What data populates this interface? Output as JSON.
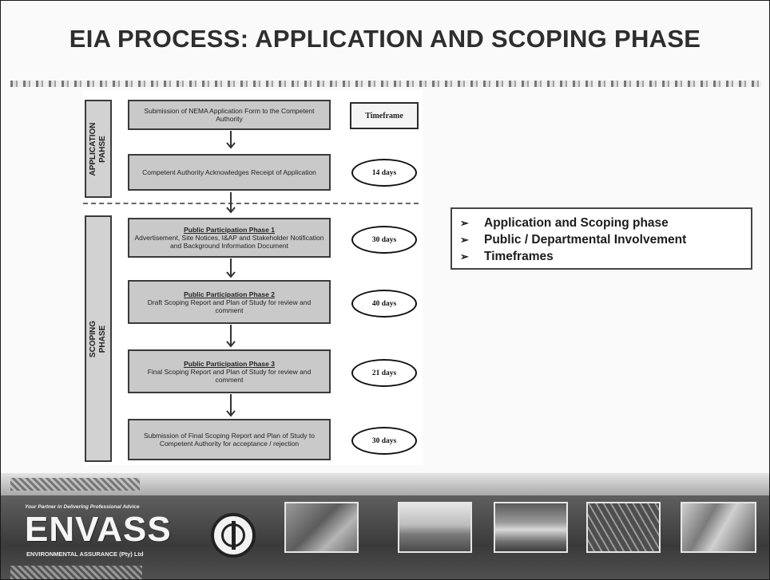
{
  "slide": {
    "title": "EIA PROCESS: APPLICATION AND SCOPING PHASE"
  },
  "phases": {
    "application": "APPLICATION\nPAHSE",
    "scoping": "SCOPING\nPHASE"
  },
  "flow": {
    "timeframe_header": "Timeframe",
    "steps": [
      {
        "heading": "",
        "text": "Submission of NEMA Application Form to the Competent Authority",
        "timeframe": ""
      },
      {
        "heading": "",
        "text": "Competent Authority Acknowledges Receipt of Application",
        "timeframe": "14 days"
      },
      {
        "heading": "Public Participation Phase 1",
        "text": "Advertisement, Site Notices, I&AP and Stakeholder Notification and Background Information Document",
        "timeframe": "30 days"
      },
      {
        "heading": "Public Participation Phase 2",
        "text": "Draft Scoping Report and Plan of Study for review and comment",
        "timeframe": "40 days"
      },
      {
        "heading": "Public Participation Phase 3",
        "text": "Final Scoping Report and Plan of Study for review and comment",
        "timeframe": "21 days"
      },
      {
        "heading": "",
        "text": "Submission of Final Scoping Report and Plan of Study to Competent Authority for acceptance / rejection",
        "timeframe": "30 days"
      }
    ]
  },
  "summary": {
    "bullets": [
      "Application and Scoping  phase",
      "Public / Departmental Involvement",
      "Timeframes"
    ]
  },
  "footer": {
    "tagline": "Your Partner in Delivering Professional Advice",
    "logo_text": "ENVASS",
    "logo_sub": "ENVIRONMENTAL ASSURANCE (Pty) Ltd",
    "photos": [
      "hands-plant-photo",
      "city-skyline-photo",
      "landscape-photo",
      "solar-panels-photo",
      "people-photo"
    ]
  },
  "colors": {
    "step_fill": "#c9c9c9",
    "border": "#3a3a3a",
    "footer": "#4a4a4a"
  }
}
